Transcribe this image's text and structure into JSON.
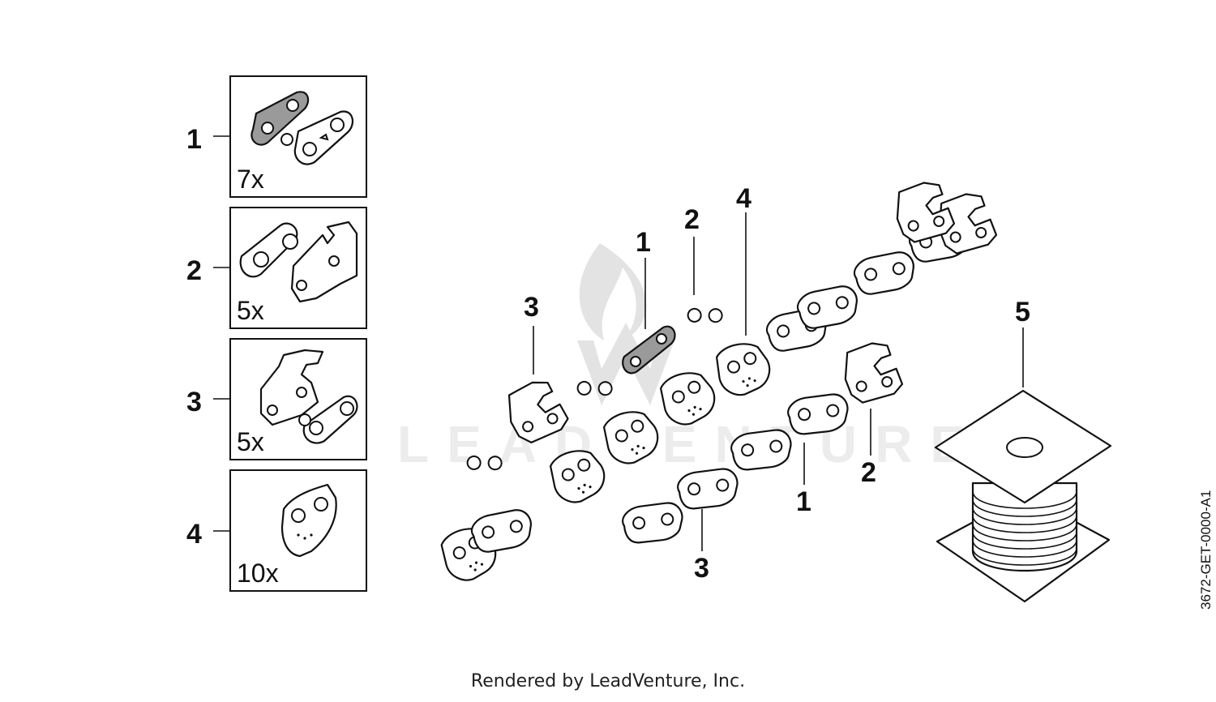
{
  "legend": [
    {
      "number": "1",
      "quantity": "7x"
    },
    {
      "number": "2",
      "quantity": "5x"
    },
    {
      "number": "3",
      "quantity": "5x"
    },
    {
      "number": "4",
      "quantity": "10x"
    }
  ],
  "callouts": {
    "main_3": "3",
    "main_1": "1",
    "main_2": "2",
    "main_4": "4",
    "lower_2": "2",
    "lower_1": "1",
    "lower_3": "3",
    "spool_5": "5"
  },
  "watermark": {
    "text": "LEADVENTURE"
  },
  "footer": {
    "credit": "Rendered by LeadVenture, Inc."
  },
  "drawing_code": "3672-GET-0000-A1"
}
